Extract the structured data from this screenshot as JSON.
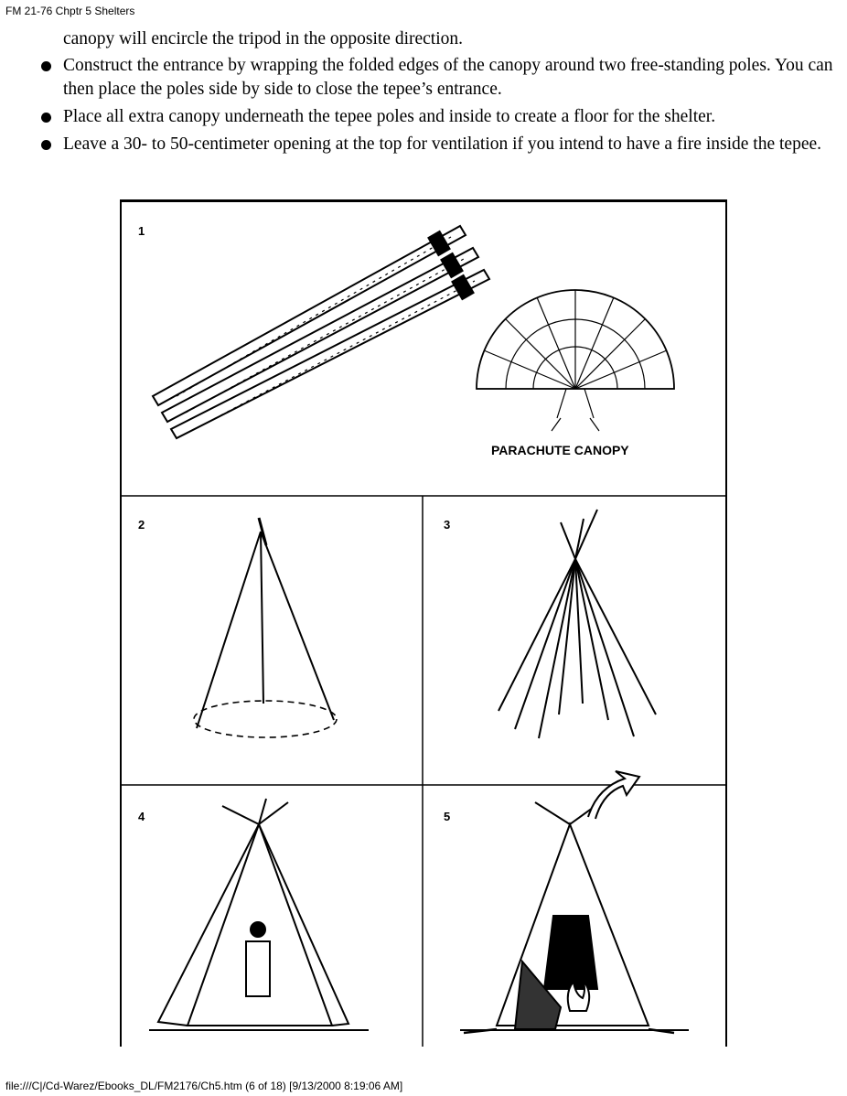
{
  "header": {
    "title": "FM 21-76 Chptr 5 Shelters"
  },
  "body": {
    "continuation": "canopy will encircle the tripod in the opposite direction.",
    "bullets": [
      "Construct the entrance by wrapping the folded edges of the canopy around two free-standing poles. You can then place the poles side by side to close the tepee’s entrance.",
      "Place all extra canopy underneath the tepee poles and inside to create a floor for the shelter.",
      "Leave a 30- to 50-centimeter opening at the top for ventilation if you intend to have a fire inside the tepee."
    ]
  },
  "figure": {
    "panels": [
      {
        "number": "1",
        "caption": "PARACHUTE CANOPY"
      },
      {
        "number": "2"
      },
      {
        "number": "3"
      },
      {
        "number": "4"
      },
      {
        "number": "5"
      }
    ]
  },
  "footer": {
    "text": "file:///C|/Cd-Warez/Ebooks_DL/FM2176/Ch5.htm (6 of 18) [9/13/2000 8:19:06 AM]"
  }
}
